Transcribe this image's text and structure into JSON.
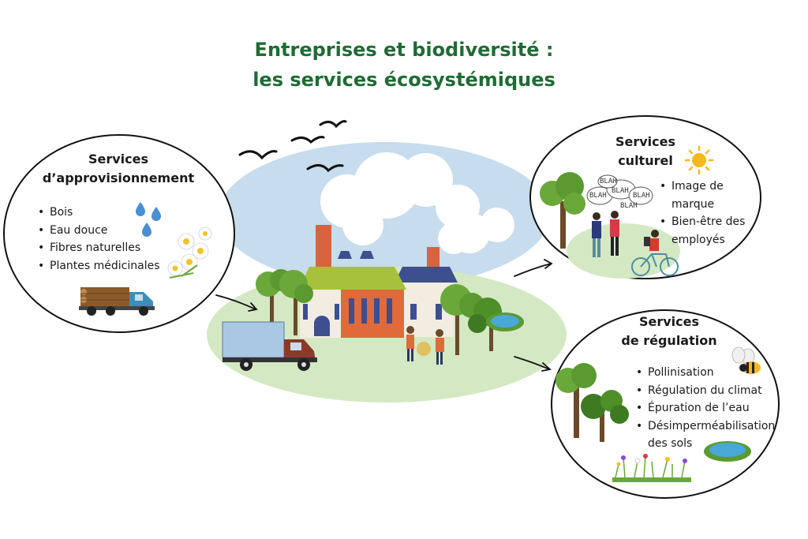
{
  "title": {
    "line1": "Entreprises et biodiversité :",
    "line2": "les services écosystémiques"
  },
  "colors": {
    "title": "#1f6b35",
    "sky": "#c7dcec",
    "grass": "#d4e8c4",
    "factory_wall": "#e06a3a",
    "factory_roof": "#a7c23a",
    "chimney": "#d7643c",
    "roof_blue": "#3d4f8f",
    "truck_blue": "#a8c8e4",
    "truck_red": "#8b3a2a",
    "tree_green": "#6aa83a",
    "sun": "#f5b81e"
  },
  "provisioning": {
    "title_line1": "Services",
    "title_line2": "d’approvisionnement",
    "items": [
      "Bois",
      "Eau douce",
      "Fibres naturelles",
      "Plantes médicinales"
    ]
  },
  "cultural": {
    "title_line1": "Services",
    "title_line2": "culturel",
    "items": [
      "Image de",
      "marque",
      "Bien-être des",
      "employés"
    ],
    "bubble_text": [
      "BLAH",
      "BLAH",
      "BLAH",
      "BLAH",
      "BLAH"
    ]
  },
  "regulation": {
    "title_line1": "Services",
    "title_line2": "de régulation",
    "items": [
      "Pollinisation",
      "Régulation du climat",
      "Épuration de l’eau",
      "Désimperméabilisation",
      "des sols"
    ]
  },
  "icons": {
    "water": "water-drop-icon",
    "flowers": "daisy-flowers-icon",
    "logs": "log-truck-icon",
    "sun": "sun-icon",
    "bee": "bee-icon",
    "pond": "pond-icon",
    "bird": "bird-icon",
    "arrow": "arrow-icon"
  }
}
